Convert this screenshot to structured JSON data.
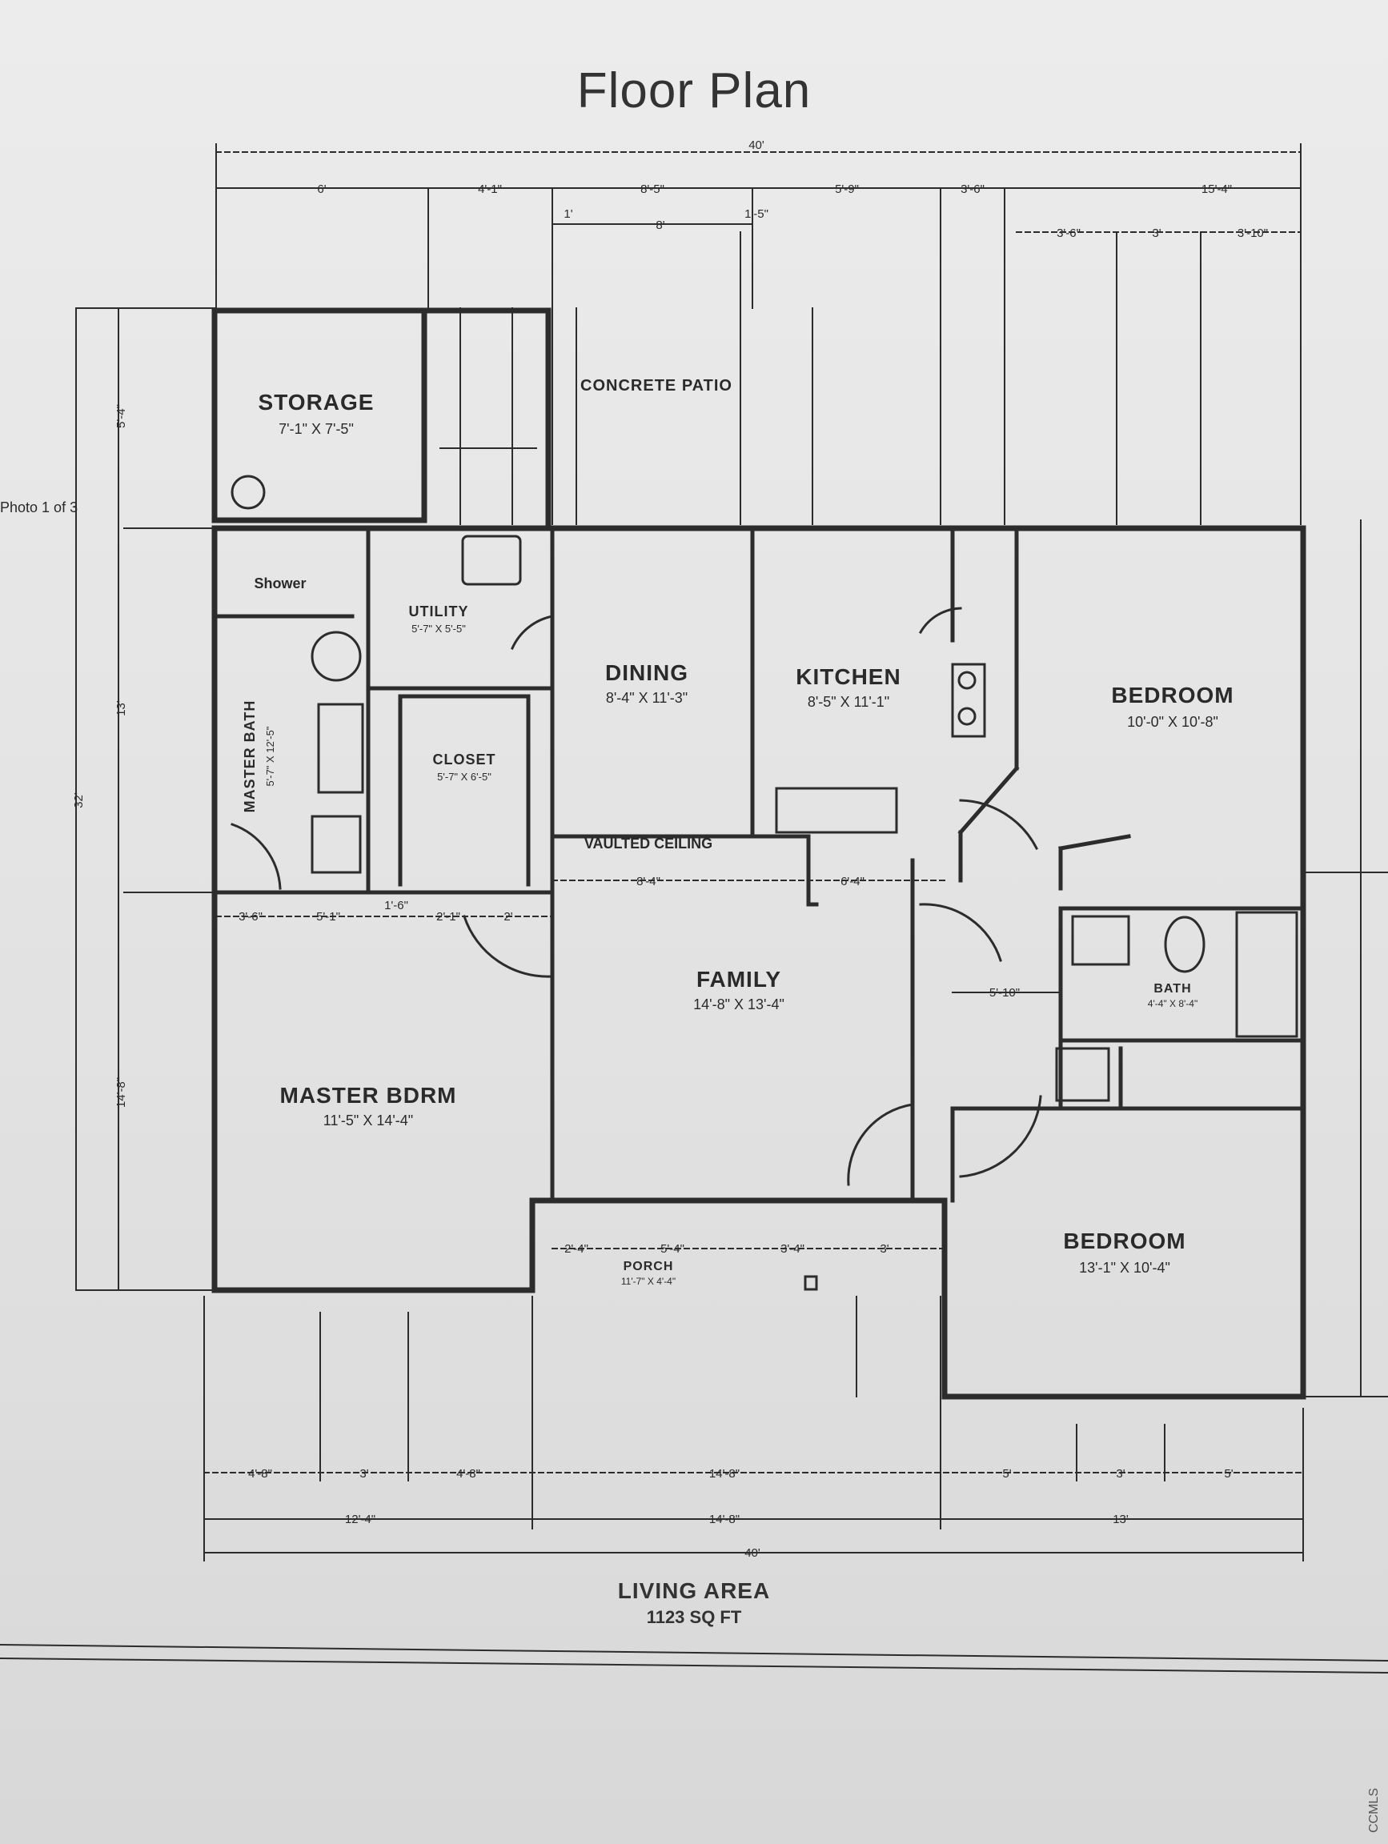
{
  "title": "Floor Plan",
  "rooms": [
    {
      "key": "storage",
      "name": "STORAGE",
      "dims": "7'-1\" X 7'-5\""
    },
    {
      "key": "patio",
      "name": "CONCRETE PATIO",
      "dims": ""
    },
    {
      "key": "shower",
      "name": "Shower",
      "dims": ""
    },
    {
      "key": "utility",
      "name": "UTILITY",
      "dims": "5'-7\" X 5'-5\""
    },
    {
      "key": "master-bath",
      "name": "MASTER BATH",
      "dims": "5'-7\" X 12'-5\""
    },
    {
      "key": "closet",
      "name": "CLOSET",
      "dims": "5'-7\" X 6'-5\""
    },
    {
      "key": "dining",
      "name": "DINING",
      "dims": "8'-4\" X 11'-3\""
    },
    {
      "key": "kitchen",
      "name": "KITCHEN",
      "dims": "8'-5\" X 11'-1\""
    },
    {
      "key": "bedroom-1",
      "name": "BEDROOM",
      "dims": "10'-0\" X 10'-8\""
    },
    {
      "key": "family",
      "name": "FAMILY",
      "dims": "14'-8\" X 13'-4\""
    },
    {
      "key": "bath",
      "name": "BATH",
      "dims": "4'-4\" X 8'-4\""
    },
    {
      "key": "master-bdrm",
      "name": "MASTER BDRM",
      "dims": "11'-5\" X 14'-4\""
    },
    {
      "key": "porch",
      "name": "PORCH",
      "dims": "11'-7\" X 4'-4\""
    },
    {
      "key": "bedroom-2",
      "name": "BEDROOM",
      "dims": "13'-1\" X 10'-4\""
    }
  ],
  "notes": {
    "vaulted": "VAULTED CEILING"
  },
  "dimensions": {
    "overall_top": "40'",
    "top_row": [
      "6'",
      "4'-1\"",
      "8'-5\"",
      "5'-9\"",
      "3'-6\"",
      "15'-4\""
    ],
    "patio_sub": [
      "1'",
      "8'",
      "1'-5\""
    ],
    "right_sub": [
      "3'-6\"",
      "3'",
      "3'-10\""
    ],
    "left_outer": "32'",
    "left_parts": [
      "5'-4\"",
      "13'",
      "14'-8\""
    ],
    "master_split": [
      "3'-6\"",
      "5'-1\"",
      "1'-6\"",
      "2'-1\"",
      "2'"
    ],
    "mid_row": [
      "8'-4\"",
      "6'-4\"",
      "5'-10\""
    ],
    "porch_row": [
      "2'-4\"",
      "5'-4\"",
      "3'-4\"",
      "3'"
    ],
    "bottom_row1": [
      "4'-8\"",
      "3'",
      "4'-8\"",
      "14'-8\"",
      "5'",
      "3'",
      "5'"
    ],
    "bottom_row2": [
      "12'-4\"",
      "14'-8\"",
      "13'"
    ],
    "overall_bottom": "40'"
  },
  "living_area": {
    "label": "LIVING AREA",
    "sqft": "1123 SQ FT"
  },
  "margin_text": "Photo 1 of 3",
  "badge": "CCMLS"
}
